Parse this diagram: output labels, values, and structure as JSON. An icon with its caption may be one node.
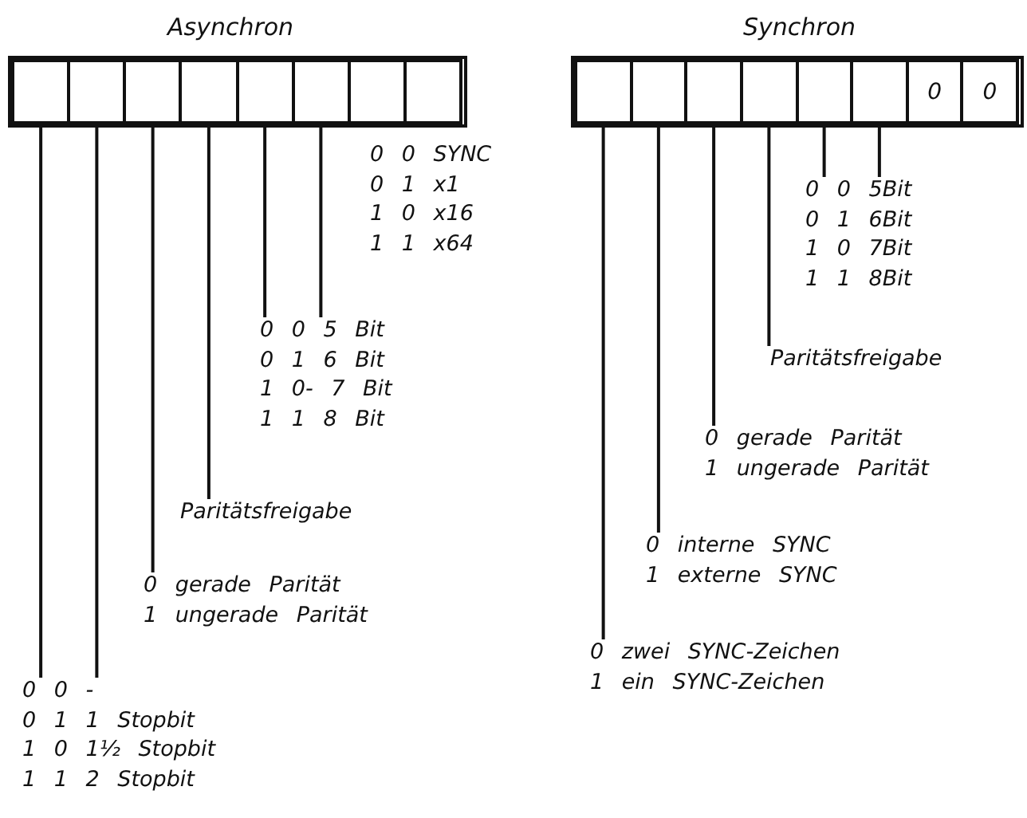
{
  "diagram": {
    "nodes": [
      {
        "text": [
          "Asynchron"
        ]
      },
      {
        "text": [],
        "shape": "box",
        "in": 0
      },
      {
        "text": [],
        "shape": "box",
        "in": 0
      },
      {
        "text": [],
        "shape": "box",
        "in": 0
      },
      {
        "text": [],
        "shape": "box",
        "in": 0
      },
      {
        "text": [],
        "shape": "box",
        "in": 0
      },
      {
        "text": [],
        "shape": "box",
        "in": 0
      },
      {
        "text": [],
        "shape": "box",
        "in": 0
      },
      {
        "text": [],
        "shape": "box",
        "in": 0
      },
      {
        "text": [
          "0 0 5 Bit",
          "0 1 6 Bit",
          "1 0- 7 Bit",
          "1 1 8 Bit"
        ]
      },
      {
        "text": [
          "Paritätsfreigabe"
        ]
      },
      {
        "text": [
          "0 gerade Parität",
          "1 ungerade Parität"
        ]
      },
      {
        "text": [
          "0 0 -",
          "0 1 1 Stopbit",
          "1 0 1½ Stopbit",
          "1 1 2 Stopbit"
        ]
      },
      {
        "text": [
          "Synchron"
        ]
      },
      {
        "text": [],
        "shape": "box",
        "in": 13
      },
      {
        "text": [],
        "shape": "box",
        "in": 13
      },
      {
        "text": [],
        "shape": "box",
        "in": 13
      },
      {
        "text": [],
        "shape": "box",
        "in": 13
      },
      {
        "text": [],
        "shape": "box",
        "in": 13
      },
      {
        "text": [],
        "shape": "box",
        "in": 13
      },
      {
        "text": [
          "0"
        ],
        "in": 13
      },
      {
        "text": [
          "0"
        ],
        "in": 13
      },
      {
        "text": [
          "0 0 5Bit",
          "0 1 6Bit",
          "1 0 7Bit",
          "1 1 8Bit"
        ]
      },
      {
        "text": [
          "Paritätsfreigabe"
        ]
      },
      {
        "text": [
          "0 gerade Parität",
          "1 ungerade Parität"
        ]
      },
      {
        "text": [
          "0 interne SYNC",
          "1 externe SYNC"
        ]
      },
      {
        "text": [
          "0 zwei SYNC-Zeichen",
          "1 ein SYNC-Zeichen"
        ]
      }
    ],
    "edges": [
      {
        "from": 1,
        "to": 12,
        "arrow": "none"
      },
      {
        "from": 2,
        "to": 12,
        "arrow": "none"
      },
      {
        "from": 3,
        "to": 11,
        "arrow": "none"
      },
      {
        "from": 4,
        "to": 10,
        "arrow": "none"
      },
      {
        "from": 5,
        "to": 9,
        "arrow": "none"
      },
      {
        "from": 6,
        "to": 9,
        "arrow": "none"
      },
      {
        "from": 14,
        "to": 26,
        "arrow": "none"
      },
      {
        "from": 15,
        "to": 25,
        "arrow": "none"
      },
      {
        "from": 16,
        "to": 24,
        "arrow": "none"
      },
      {
        "from": 17,
        "to": 23,
        "arrow": "none"
      },
      {
        "from": 18,
        "to": 22,
        "arrow": "none"
      },
      {
        "from": 19,
        "to": 22,
        "arrow": "none"
      }
    ],
    "labels": [
      "0 0 SYNC",
      "0 1 x1",
      "1 0 x16",
      "1 1 x64"
    ]
  }
}
